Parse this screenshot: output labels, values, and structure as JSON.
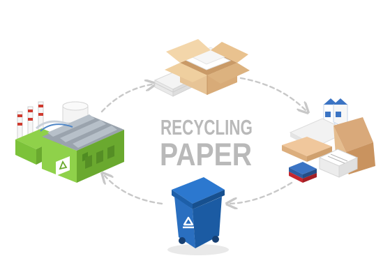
{
  "title": {
    "line1": "RECYCLING",
    "line2": "PAPER"
  },
  "diagram": {
    "type": "recycling-cycle",
    "nodes": [
      {
        "name": "box-with-paper",
        "icon": "cardboard-box-icon"
      },
      {
        "name": "paper-products",
        "icon": "paper-products-icon"
      },
      {
        "name": "recycling-bin",
        "icon": "recycle-bin-icon"
      },
      {
        "name": "paper-factory",
        "icon": "factory-icon"
      }
    ],
    "flow_direction": "clockwise"
  },
  "colors": {
    "title": "#b9b9b9",
    "arrow": "#c8c8c8",
    "factory_green": "#7cc23a",
    "bin_blue": "#1f66b8",
    "cardboard": "#e3b98a"
  }
}
